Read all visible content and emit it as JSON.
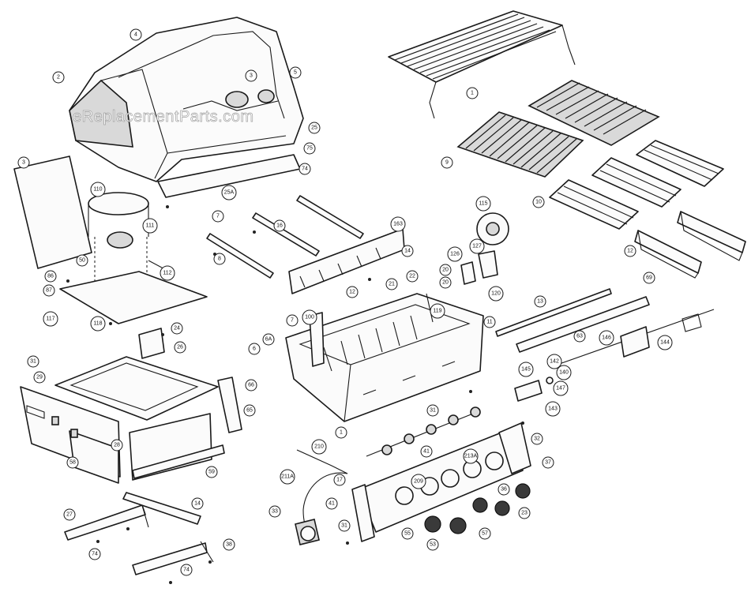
{
  "watermark": "eReplacementParts.com",
  "callouts": [
    {
      "id": "c-lid",
      "label": "4"
    },
    {
      "id": "c-lid-end-left",
      "label": "2"
    },
    {
      "id": "c-thermo",
      "label": "3"
    },
    {
      "id": "c-lid-end-right",
      "label": "5"
    },
    {
      "id": "c-handle-bezel",
      "label": "25"
    },
    {
      "id": "c-handle-screw",
      "label": "75"
    },
    {
      "id": "c-handle-screw2",
      "label": "74"
    },
    {
      "id": "c-handle",
      "label": "25A"
    },
    {
      "id": "c-warm-rack",
      "label": "1"
    },
    {
      "id": "c-grate",
      "label": "9"
    },
    {
      "id": "c-flav-bar",
      "label": "10"
    },
    {
      "id": "c-heat-shield",
      "label": "12"
    },
    {
      "id": "c-side-shelf-panel",
      "label": "3"
    },
    {
      "id": "c-tank-ring",
      "label": "110"
    },
    {
      "id": "c-tank-scale",
      "label": "111"
    },
    {
      "id": "c-tank-bracket",
      "label": "112"
    },
    {
      "id": "c-tank-floor",
      "label": "50"
    },
    {
      "id": "c-bolt-a",
      "label": "86"
    },
    {
      "id": "c-bolt-b",
      "label": "87"
    },
    {
      "id": "c-bolt-c",
      "label": "117"
    },
    {
      "id": "c-bolt-d",
      "label": "118"
    },
    {
      "id": "c-burner-7",
      "label": "7"
    },
    {
      "id": "c-burner-8",
      "label": "8"
    },
    {
      "id": "c-burner-16",
      "label": "16"
    },
    {
      "id": "c-manifold-bracket",
      "label": "163"
    },
    {
      "id": "c-manifold-bracket2",
      "label": "14"
    },
    {
      "id": "c-ignitor-a",
      "label": "21"
    },
    {
      "id": "c-ignitor-b",
      "label": "22"
    },
    {
      "id": "c-ignitor-c",
      "label": "12"
    },
    {
      "id": "c-rotis-motor",
      "label": "115"
    },
    {
      "id": "c-rotis-bracket",
      "label": "127"
    },
    {
      "id": "c-rotis-bracket2",
      "label": "126"
    },
    {
      "id": "c-cookbox-cap",
      "label": "20"
    },
    {
      "id": "c-cookbox-cap2",
      "label": "20"
    },
    {
      "id": "c-cookbox-hinge",
      "label": "120"
    },
    {
      "id": "c-cookbox-screw",
      "label": "119"
    },
    {
      "id": "c-cookbox",
      "label": "1"
    },
    {
      "id": "c-cookbox-hinge-l",
      "label": "7"
    },
    {
      "id": "c-cookbox-l",
      "label": "6"
    },
    {
      "id": "c-cookbox-l2",
      "label": "6A"
    },
    {
      "id": "c-cookbox-bolt",
      "label": "100"
    },
    {
      "id": "c-cookbox-bolt2",
      "label": "11"
    },
    {
      "id": "c-rear-burner",
      "label": "13"
    },
    {
      "id": "c-rear-tube",
      "label": "63"
    },
    {
      "id": "c-rear-tube2",
      "label": "69"
    },
    {
      "id": "c-spit",
      "label": "144"
    },
    {
      "id": "c-spit-fork",
      "label": "146"
    },
    {
      "id": "c-spit-handle",
      "label": "145"
    },
    {
      "id": "c-spit-collar",
      "label": "147"
    },
    {
      "id": "c-spit-bracket",
      "label": "143"
    },
    {
      "id": "c-spit-bracket2",
      "label": "142"
    },
    {
      "id": "c-spit-nut",
      "label": "140"
    },
    {
      "id": "c-cart-frame",
      "label": "31"
    },
    {
      "id": "c-cart-screw",
      "label": "24"
    },
    {
      "id": "c-cart-screw2",
      "label": "26"
    },
    {
      "id": "c-cart-side",
      "label": "29"
    },
    {
      "id": "c-cart-door",
      "label": "58"
    },
    {
      "id": "c-cart-hinge",
      "label": "66"
    },
    {
      "id": "c-cart-leg",
      "label": "65"
    },
    {
      "id": "c-cart-brace",
      "label": "28"
    },
    {
      "id": "c-cart-tray",
      "label": "59"
    },
    {
      "id": "c-cart-bottom-a",
      "label": "27"
    },
    {
      "id": "c-cart-bottom-b",
      "label": "14"
    },
    {
      "id": "c-cart-bottom-c",
      "label": "38"
    },
    {
      "id": "c-cart-screw3",
      "label": "74"
    },
    {
      "id": "c-cart-screw4",
      "label": "74"
    },
    {
      "id": "c-valve",
      "label": "31"
    },
    {
      "id": "c-manifold",
      "label": "41"
    },
    {
      "id": "c-control-bracket",
      "label": "32"
    },
    {
      "id": "c-control-screw",
      "label": "37"
    },
    {
      "id": "c-bezel-knob",
      "label": "213A"
    },
    {
      "id": "c-bezel-knob2",
      "label": "209"
    },
    {
      "id": "c-control-panel",
      "label": "36"
    },
    {
      "id": "c-knob",
      "label": "23"
    },
    {
      "id": "c-knob2",
      "label": "55"
    },
    {
      "id": "c-knob3",
      "label": "53"
    },
    {
      "id": "c-knob4",
      "label": "57"
    },
    {
      "id": "c-hose",
      "label": "210"
    },
    {
      "id": "c-hose2",
      "label": "211A"
    },
    {
      "id": "c-hose3",
      "label": "17"
    },
    {
      "id": "c-regulator",
      "label": "33"
    },
    {
      "id": "c-panel-left",
      "label": "31"
    },
    {
      "id": "c-panel-screw",
      "label": "41"
    }
  ]
}
